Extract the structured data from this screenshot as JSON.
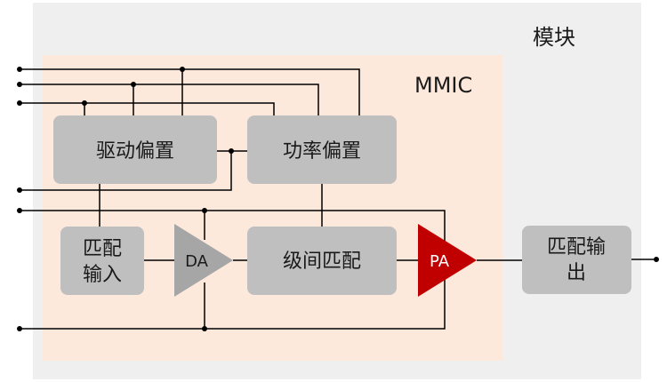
{
  "module": {
    "label": "模块"
  },
  "mmic": {
    "label": "MMIC"
  },
  "blocks": {
    "drive_bias": "驱动偏置",
    "power_bias": "功率偏置",
    "input_match_line1": "匹配",
    "input_match_line2": "输入",
    "interstage_match": "级间匹配",
    "output_match_line1": "匹配输",
    "output_match_line2": "出"
  },
  "amplifiers": {
    "driver": "DA",
    "power": "PA"
  },
  "colors": {
    "module_bg": "#efefef",
    "mmic_bg": "#fde9dc",
    "block_fill": "#bfbfbf",
    "da_fill": "#a6a6a6",
    "pa_fill": "#c00000",
    "wire": "#000000"
  }
}
